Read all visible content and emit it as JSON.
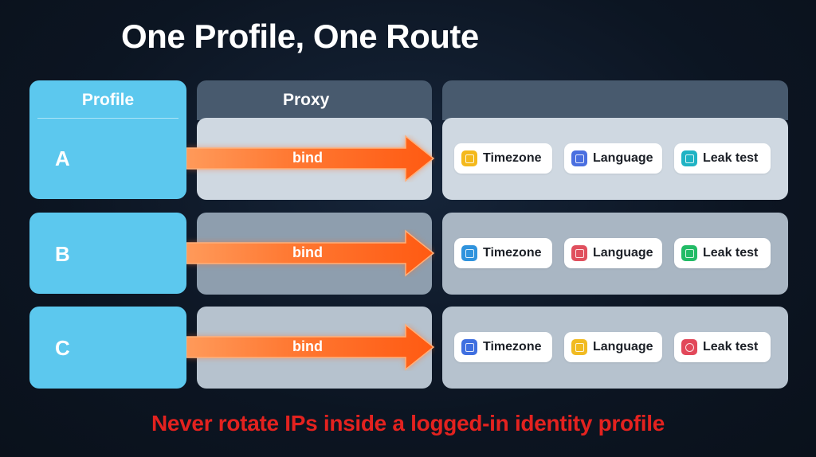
{
  "title": "One Profile, One Route",
  "headers": {
    "profile": "Profile",
    "proxy": "Proxy",
    "attributes": ""
  },
  "rows": [
    {
      "profile": "A",
      "bind_label": "bind",
      "proxy_bg": "#cfd8e1",
      "attr_bg": "#cfd8e1",
      "chips": [
        {
          "label": "Timezone",
          "icon": "timezone-icon",
          "color": "#f4b91c"
        },
        {
          "label": "Language",
          "icon": "language-icon",
          "color": "#4a6fe0"
        },
        {
          "label": "Leak test",
          "icon": "leak-test-icon",
          "color": "#1fb3c4"
        }
      ]
    },
    {
      "profile": "B",
      "bind_label": "bind",
      "proxy_bg": "#8e9eae",
      "attr_bg": "#a9b6c3",
      "chips": [
        {
          "label": "Timezone",
          "icon": "timezone-icon",
          "color": "#2f93dd"
        },
        {
          "label": "Language",
          "icon": "language-icon",
          "color": "#e0505e"
        },
        {
          "label": "Leak test",
          "icon": "leak-test-icon",
          "color": "#22bb66"
        }
      ]
    },
    {
      "profile": "C",
      "bind_label": "bind",
      "proxy_bg": "#b6c2ce",
      "attr_bg": "#b6c2ce",
      "chips": [
        {
          "label": "Timezone",
          "icon": "timezone-icon",
          "color": "#3f6fe0"
        },
        {
          "label": "Language",
          "icon": "language-icon",
          "color": "#f1bb22"
        },
        {
          "label": "Leak test",
          "icon": "leak-test-icon",
          "color": "#e2485a"
        }
      ]
    }
  ],
  "footer": "Never rotate IPs inside a logged-in identity profile",
  "colors": {
    "profile": "#5cc8ee",
    "header": "#485a6e",
    "arrow": "#ff6a22",
    "footer": "#e3221f",
    "background": "#0c1522"
  }
}
